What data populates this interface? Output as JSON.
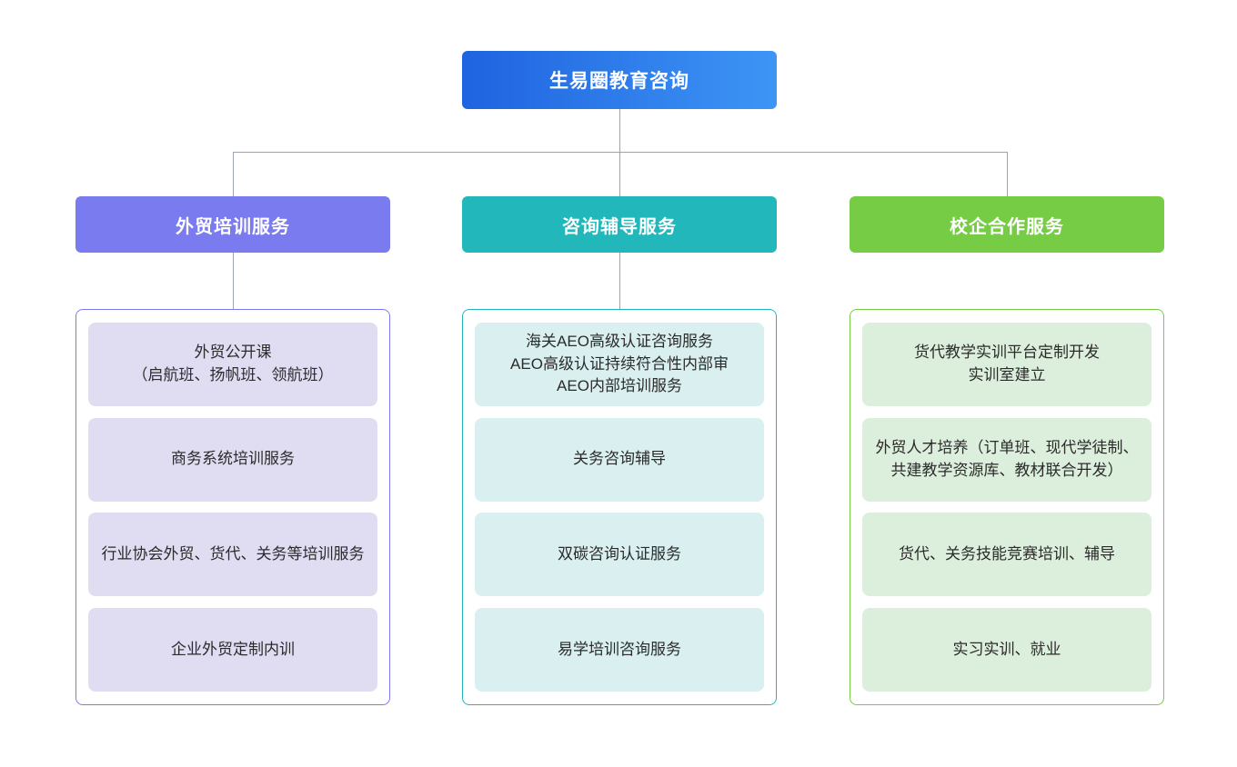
{
  "diagram": {
    "type": "organization-chart",
    "root": {
      "label": "生易圈教育咨询",
      "gradient_from": "#1f63e0",
      "gradient_to": "#3d95f5",
      "text_color": "#ffffff"
    },
    "connector_color": "#9aa5b1",
    "columns": [
      {
        "label": "外贸培训服务",
        "header_color": "#7b7bf0",
        "border_color": "#7b7bf0",
        "card_color": "#e0ddf3",
        "text_color": "#2b2b2b",
        "has_stem": true,
        "items": [
          "外贸公开课\n（启航班、扬帆班、领航班）",
          "商务系统培训服务",
          "行业协会外贸、货代、关务等培训服务",
          "企业外贸定制内训"
        ]
      },
      {
        "label": "咨询辅导服务",
        "header_color": "#22b8bb",
        "border_color": "#22b8bb",
        "card_color": "#d9eff0",
        "text_color": "#2b2b2b",
        "has_stem": true,
        "items": [
          "海关AEO高级认证咨询服务\nAEO高级认证持续符合性内部审\nAEO内部培训服务",
          "关务咨询辅导",
          "双碳咨询认证服务",
          "易学培训咨询服务"
        ]
      },
      {
        "label": "校企合作服务",
        "header_color": "#77cc45",
        "border_color": "#77cc45",
        "card_color": "#dceedc",
        "text_color": "#2b2b2b",
        "has_stem": false,
        "items": [
          "货代教学实训平台定制开发\n实训室建立",
          "外贸人才培养（订单班、现代学徒制、共建教学资源库、教材联合开发）",
          "货代、关务技能竞赛培训、辅导",
          "实习实训、就业"
        ]
      }
    ]
  }
}
